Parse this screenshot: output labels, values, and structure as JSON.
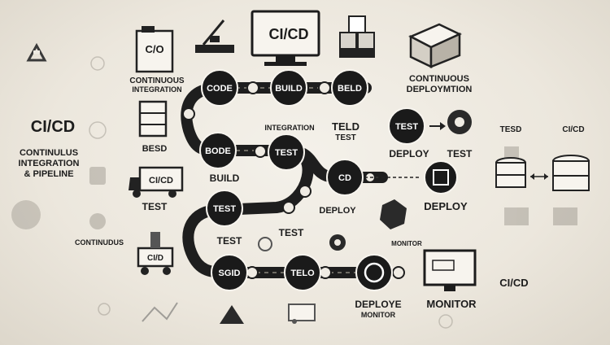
{
  "colors": {
    "background": "#efebe3",
    "ink": "#1c1c1c",
    "track": "#1e1e1e",
    "ghost": "#a6a199"
  },
  "left": {
    "title": "CI/CD",
    "subtitle_lines": [
      "CONTINULUS",
      "INTEGRATION",
      "& PIPELINE"
    ],
    "bottom_label": "CONTINUDUS"
  },
  "top": {
    "ci_label_lines": [
      "CONTINUOUS",
      "INTEGRATION"
    ],
    "cd_label_lines": [
      "CONTINUOUS",
      "DEPLOYMTION"
    ],
    "monitor_text": "CI/CD",
    "document_text": "C/O"
  },
  "nodes": {
    "code": "CODE",
    "build": "BUILD",
    "beld": "BELD",
    "bode": "BODE",
    "test_mid": "TEST",
    "cd": "CD",
    "test_row1": "TEST",
    "test_row3": "TEST",
    "sgid": "SGID",
    "telo": "TELO"
  },
  "labels": {
    "integration": "INTEGRATION",
    "teld": "TELD",
    "test_small": "TEST",
    "deploy_a": "DEPLOY",
    "test_a": "TEST",
    "besd": "BESD",
    "build": "BUILD",
    "test_left": "TEST",
    "deploy_b": "DEPLOY",
    "deploy_c": "DEPLOY",
    "test_lower": "TEST",
    "test_lower2": "TEST",
    "monitor_small": "MONITOR",
    "deploye": "DEPLOYE",
    "monitor_under": "MONITOR",
    "monitor_big": "MONITOR",
    "truck_text": "CI/CD",
    "cart_text": "CI/D",
    "right_cicd": "CI/CD",
    "right_faded1": "TESD",
    "right_faded2": "CI/CD"
  },
  "icons": [
    "recycle-icon",
    "document-icon",
    "laptop-icon",
    "monitor-icon",
    "cubes-icon",
    "box-icon",
    "database-icon",
    "truck-icon",
    "cart-icon",
    "gear-icon",
    "triangle-icon",
    "hexagon-icon",
    "gauge-icon",
    "server-icon",
    "arrow-icon"
  ]
}
